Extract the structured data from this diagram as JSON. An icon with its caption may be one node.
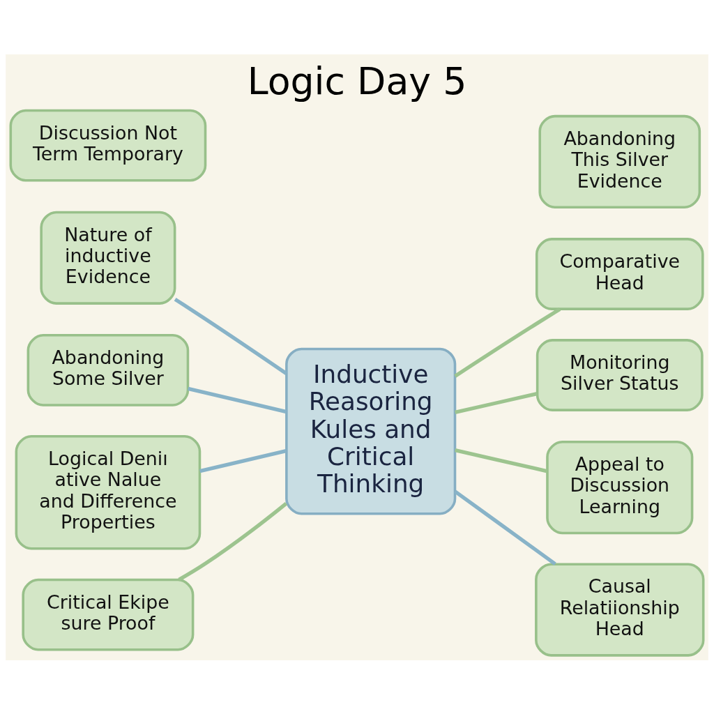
{
  "diagram": {
    "title": "Logic Day 5",
    "nodes": [
      {
        "text": [
          "Inductive Reasoring Kules and Critical Thinking"
        ]
      },
      {
        "text": [
          "Nature of inductive Evidence"
        ]
      },
      {
        "text": [
          "Abandoning Some Silver"
        ]
      },
      {
        "text": [
          "Logical Deniı ative Nalue and Difference Properties"
        ]
      },
      {
        "text": [
          "Critical Ekipe sure Proof"
        ]
      },
      {
        "text": [
          "Discussion Not Term Temporary"
        ]
      },
      {
        "text": [
          "Comparative Head"
        ]
      },
      {
        "text": [
          "Monitoring Silver Status"
        ]
      },
      {
        "text": [
          "Appeal to Discussion Learning"
        ]
      },
      {
        "text": [
          "Causal Relatiionship Head"
        ]
      },
      {
        "text": [
          "Abandoning This Silver Evidence"
        ]
      }
    ],
    "edges": [
      {
        "from": 0,
        "to": 1,
        "arrow": "none",
        "color": "#88b3c8"
      },
      {
        "from": 0,
        "to": 2,
        "arrow": "none",
        "color": "#88b3c8"
      },
      {
        "from": 0,
        "to": 3,
        "arrow": "none",
        "color": "#88b3c8"
      },
      {
        "from": 0,
        "to": 4,
        "arrow": "none",
        "color": "#9dc48f"
      },
      {
        "from": 0,
        "to": 6,
        "arrow": "none",
        "color": "#9dc48f"
      },
      {
        "from": 0,
        "to": 7,
        "arrow": "none",
        "color": "#9dc48f"
      },
      {
        "from": 0,
        "to": 8,
        "arrow": "none",
        "color": "#9dc48f"
      },
      {
        "from": 0,
        "to": 9,
        "arrow": "none",
        "color": "#88b3c8"
      }
    ]
  }
}
